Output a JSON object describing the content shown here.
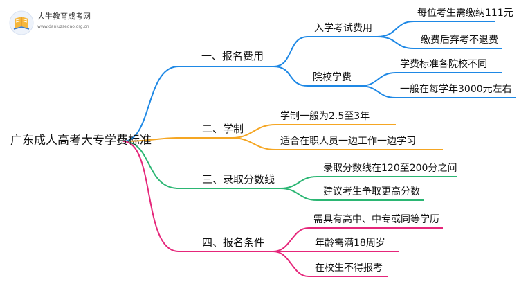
{
  "logo": {
    "title": "大牛教育成考网",
    "url": "www.daniuzsedao.org.cn"
  },
  "root": {
    "label": "广东成人高考大专学费标准"
  },
  "branches": [
    {
      "label": "一、报名费用",
      "color": "#1e88e5",
      "children": [
        {
          "label": "入学考试费用",
          "children": [
            {
              "label": "每位考生需缴纳111元"
            },
            {
              "label": "缴费后弃考不退费"
            }
          ]
        },
        {
          "label": "院校学费",
          "children": [
            {
              "label": "学费标准各院校不同"
            },
            {
              "label": "一般在每学年3000元左右"
            }
          ]
        }
      ]
    },
    {
      "label": "二、学制",
      "color": "#f5a623",
      "children": [
        {
          "label": "学制一般为2.5至3年"
        },
        {
          "label": "适合在职人员一边工作一边学习"
        }
      ]
    },
    {
      "label": "三、录取分数线",
      "color": "#2bb673",
      "children": [
        {
          "label": "录取分数线在120至200分之间"
        },
        {
          "label": "建议考生争取更高分数"
        }
      ]
    },
    {
      "label": "四、报名条件",
      "color": "#e5267a",
      "children": [
        {
          "label": "需具有高中、中专或同等学历"
        },
        {
          "label": "年龄需满18周岁"
        },
        {
          "label": "在校生不得报考"
        }
      ]
    }
  ]
}
